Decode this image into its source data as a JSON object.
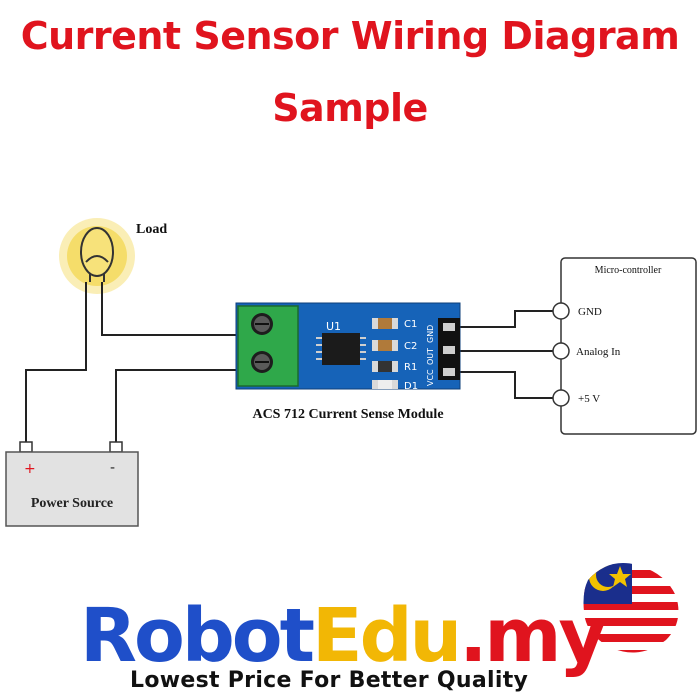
{
  "title": {
    "line1": "Current Sensor Wiring Diagram",
    "line2": "Sample"
  },
  "diagram": {
    "load_label": "Load",
    "module_caption": "ACS 712 Current Sense Module",
    "chip_label": "U1",
    "components": [
      "C1",
      "C2",
      "R1",
      "D1"
    ],
    "pin_labels": [
      "VCC",
      "OUT",
      "GND"
    ],
    "power_source": {
      "label": "Power Source",
      "plus": "+",
      "minus": "-"
    },
    "microcontroller": {
      "title": "Micro-controller",
      "pins": [
        "GND",
        "Analog In",
        "+5 V"
      ]
    }
  },
  "brand": {
    "part1": "Robot",
    "part2": "Edu",
    "part3": ".my",
    "tagline": "Lowest Price For Better Quality"
  },
  "colors": {
    "title_red": "#e0141e",
    "module_blue": "#1663b8",
    "terminal_green": "#2fa84a",
    "brand_blue": "#1f4fc9",
    "brand_yellow": "#f2b705",
    "bulb_yellow": "#f2d64a"
  },
  "icons": {
    "bulb": "light-bulb-icon",
    "flag": "malaysia-flag-icon"
  }
}
